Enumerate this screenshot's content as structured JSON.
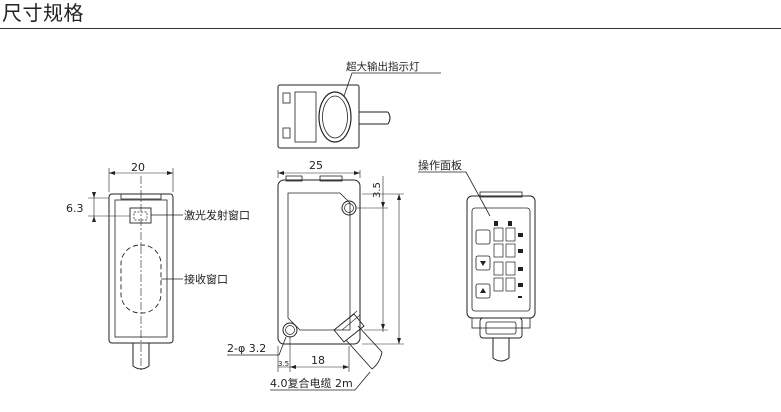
{
  "title": "尺寸规格",
  "labels": {
    "output_indicator": "超大输出指示灯",
    "emitter_window": "激光发射窗口",
    "receiver_window": "接收窗口",
    "operation_panel": "操作面板",
    "mount_holes": "2-φ 3.2",
    "cable": "4.0复合电缆 2m"
  },
  "dimensions": {
    "side_width": "20",
    "side_offset": "6.3",
    "front_width": "25",
    "front_top_offset": "3.5",
    "front_bottom_offset": "3.5",
    "front_hole_spacing": "18"
  }
}
